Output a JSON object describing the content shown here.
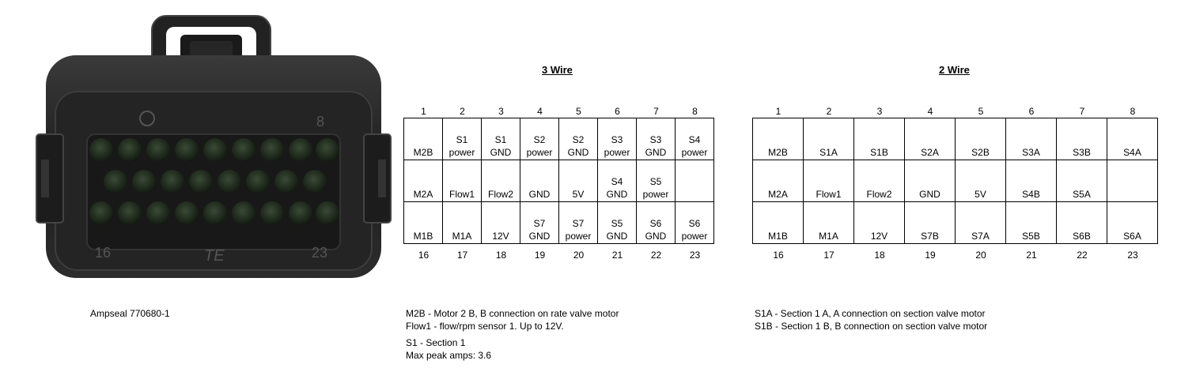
{
  "part_label": "Ampseal 770680-1",
  "connector_markings": {
    "left_pin": "16",
    "right_pin": "23",
    "top_right": "8",
    "logo": "TE"
  },
  "three_wire": {
    "title": "3 Wire",
    "top_numbers": [
      "1",
      "2",
      "3",
      "4",
      "5",
      "6",
      "7",
      "8"
    ],
    "bottom_numbers": [
      "16",
      "17",
      "18",
      "19",
      "20",
      "21",
      "22",
      "23"
    ],
    "rows": [
      [
        "M2B",
        "S1\npower",
        "S1\nGND",
        "S2\npower",
        "S2\nGND",
        "S3\npower",
        "S3\nGND",
        "S4\npower"
      ],
      [
        "M2A",
        "Flow1",
        "Flow2",
        "GND",
        "5V",
        "S4\nGND",
        "S5\npower",
        ""
      ],
      [
        "M1B",
        "M1A",
        "12V",
        "S7\nGND",
        "S7\npower",
        "S5\nGND",
        "S6\nGND",
        "S6\npower"
      ]
    ],
    "notes": [
      "M2B - Motor 2 B, B connection on rate valve motor",
      "Flow1 - flow/rpm sensor 1. Up to 12V.",
      "S1 - Section 1",
      "Max peak amps: 3.6"
    ]
  },
  "two_wire": {
    "title": "2 Wire",
    "top_numbers": [
      "1",
      "2",
      "3",
      "4",
      "5",
      "6",
      "7",
      "8"
    ],
    "bottom_numbers": [
      "16",
      "17",
      "18",
      "19",
      "20",
      "21",
      "22",
      "23"
    ],
    "rows": [
      [
        "M2B",
        "S1A",
        "S1B",
        "S2A",
        "S2B",
        "S3A",
        "S3B",
        "S4A"
      ],
      [
        "M2A",
        "Flow1",
        "Flow2",
        "GND",
        "5V",
        "S4B",
        "S5A",
        ""
      ],
      [
        "M1B",
        "M1A",
        "12V",
        "S7B",
        "S7A",
        "S5B",
        "S6B",
        "S6A"
      ]
    ],
    "notes": [
      "S1A - Section 1 A, A connection on section valve motor",
      "S1B - Section 1 B, B connection on section valve motor"
    ]
  },
  "colors": {
    "housing": "#1c1c1c",
    "pin_seal": "#1e2a1c",
    "latch_red": "#7a2a1a",
    "grid_line": "#000000"
  }
}
